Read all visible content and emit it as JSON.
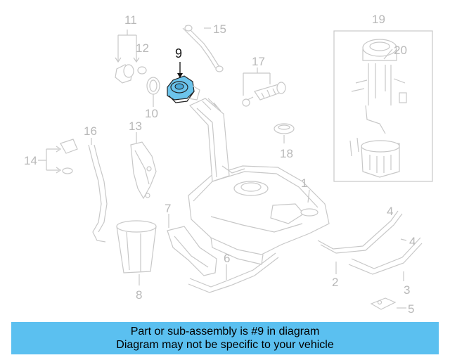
{
  "callouts": {
    "c1": "1",
    "c2": "2",
    "c3": "3",
    "c4": "4",
    "c5": "5",
    "c6": "6",
    "c7": "7",
    "c8": "8",
    "c9": "9",
    "c10": "10",
    "c11": "11",
    "c12": "12",
    "c13": "13",
    "c14": "14",
    "c15": "15",
    "c16": "16",
    "c17": "17",
    "c18": "18",
    "c19": "19",
    "c20": "20"
  },
  "highlight_color": "#6cc4ec",
  "banner": {
    "line1": "Part or sub-assembly is #9 in diagram",
    "line2": "Diagram may not be specific to your vehicle",
    "color": "#5bc0f0"
  }
}
